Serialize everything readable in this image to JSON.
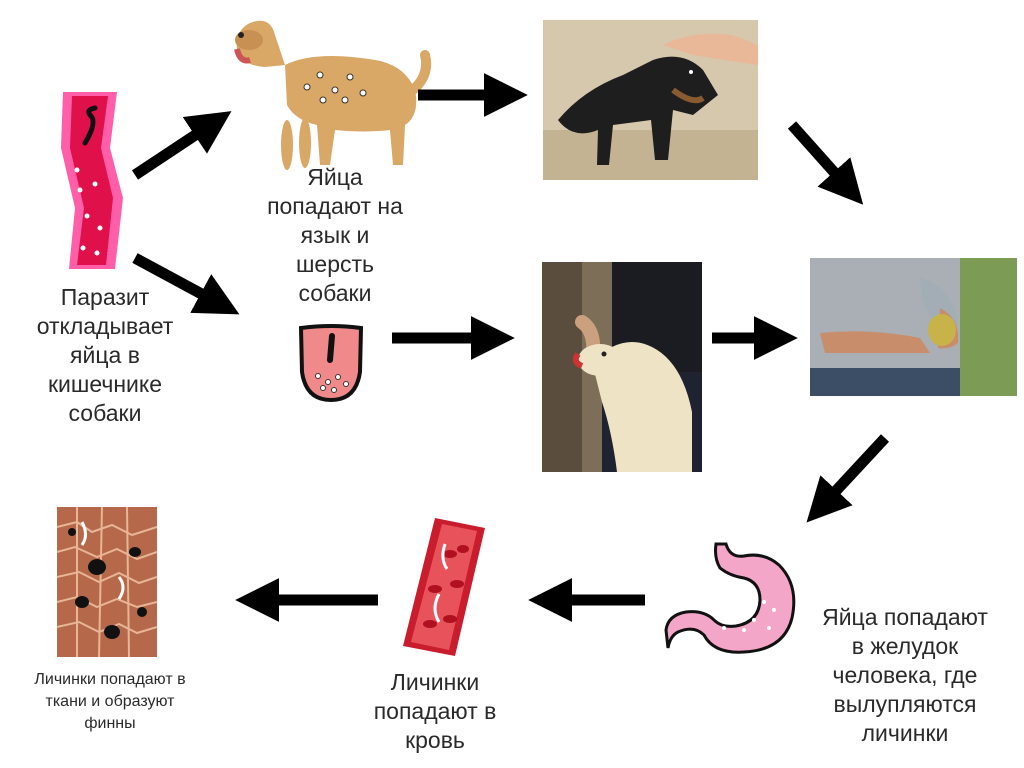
{
  "labels": {
    "intestine": [
      "Паразит",
      "откладывает",
      "яйца в",
      "кишечнике",
      "собаки"
    ],
    "tongue_fur": [
      "Яйца",
      "попадают на",
      "язык и",
      "шерсть",
      "собаки"
    ],
    "stomach": [
      "Яйца попадают",
      "в желудок",
      "человека, где",
      "вылупляются",
      "личинки"
    ],
    "blood": [
      "Личинки",
      "попадают в",
      "кровь"
    ],
    "tissue": [
      "Личинки попадают в",
      "ткани и образуют",
      "финны"
    ]
  },
  "colors": {
    "intestine_wall": "#ff5fa8",
    "intestine_inner": "#e0104a",
    "tongue": "#f08a8a",
    "stomach": "#f4a6c8",
    "blood_vessel": "#c91d2e",
    "tissue": "#b5694a",
    "arrow": "#000000"
  }
}
